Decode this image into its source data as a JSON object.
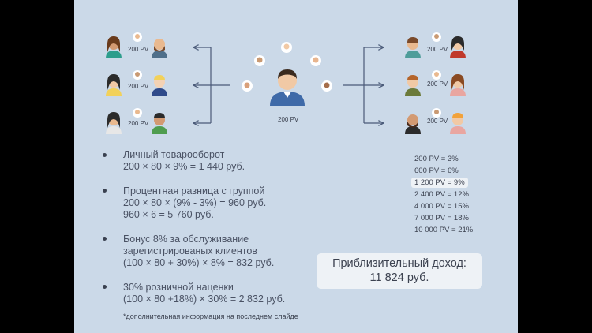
{
  "network": {
    "center_pv": "200 PV",
    "left_groups": [
      {
        "pv": "200 PV"
      },
      {
        "pv": "200 PV"
      },
      {
        "pv": "200 PV"
      }
    ],
    "right_groups": [
      {
        "pv": "200 PV"
      },
      {
        "pv": "200 PV"
      },
      {
        "pv": "200 PV"
      }
    ]
  },
  "bullets": [
    {
      "lines": [
        "Личный товарооборот",
        "200 × 80 × 9% = 1 440 руб."
      ]
    },
    {
      "lines": [
        "Процентная разница с группой",
        "200 × 80 × (9% - 3%) = 960 руб.",
        "960 × 6 = 5 760 руб."
      ]
    },
    {
      "lines": [
        "Бонус 8% за обслуживание",
        "зарегистрированых клиентов",
        "(100 × 80 + 30%) × 8% = 832 руб."
      ]
    },
    {
      "lines": [
        "30% розничной наценки",
        "(100 × 80 +18%) × 30% = 2 832 руб."
      ]
    }
  ],
  "tiers": [
    "200 PV = 3%",
    "600 PV = 6%",
    "1 200 PV = 9%",
    "2 400 PV = 12%",
    "4 000 PV = 15%",
    "7 000 PV = 18%",
    "10 000 PV = 21%"
  ],
  "highlighted_tier_index": 2,
  "income": {
    "label": "Приблизительный доход:",
    "value": "11 824 руб."
  },
  "footnote": "*дополнительная информация на последнем слайде",
  "colors": {
    "slide_bg": "#cbd9e8",
    "arrow": "#4a5a78",
    "highlight_bg": "#eef2f6"
  }
}
